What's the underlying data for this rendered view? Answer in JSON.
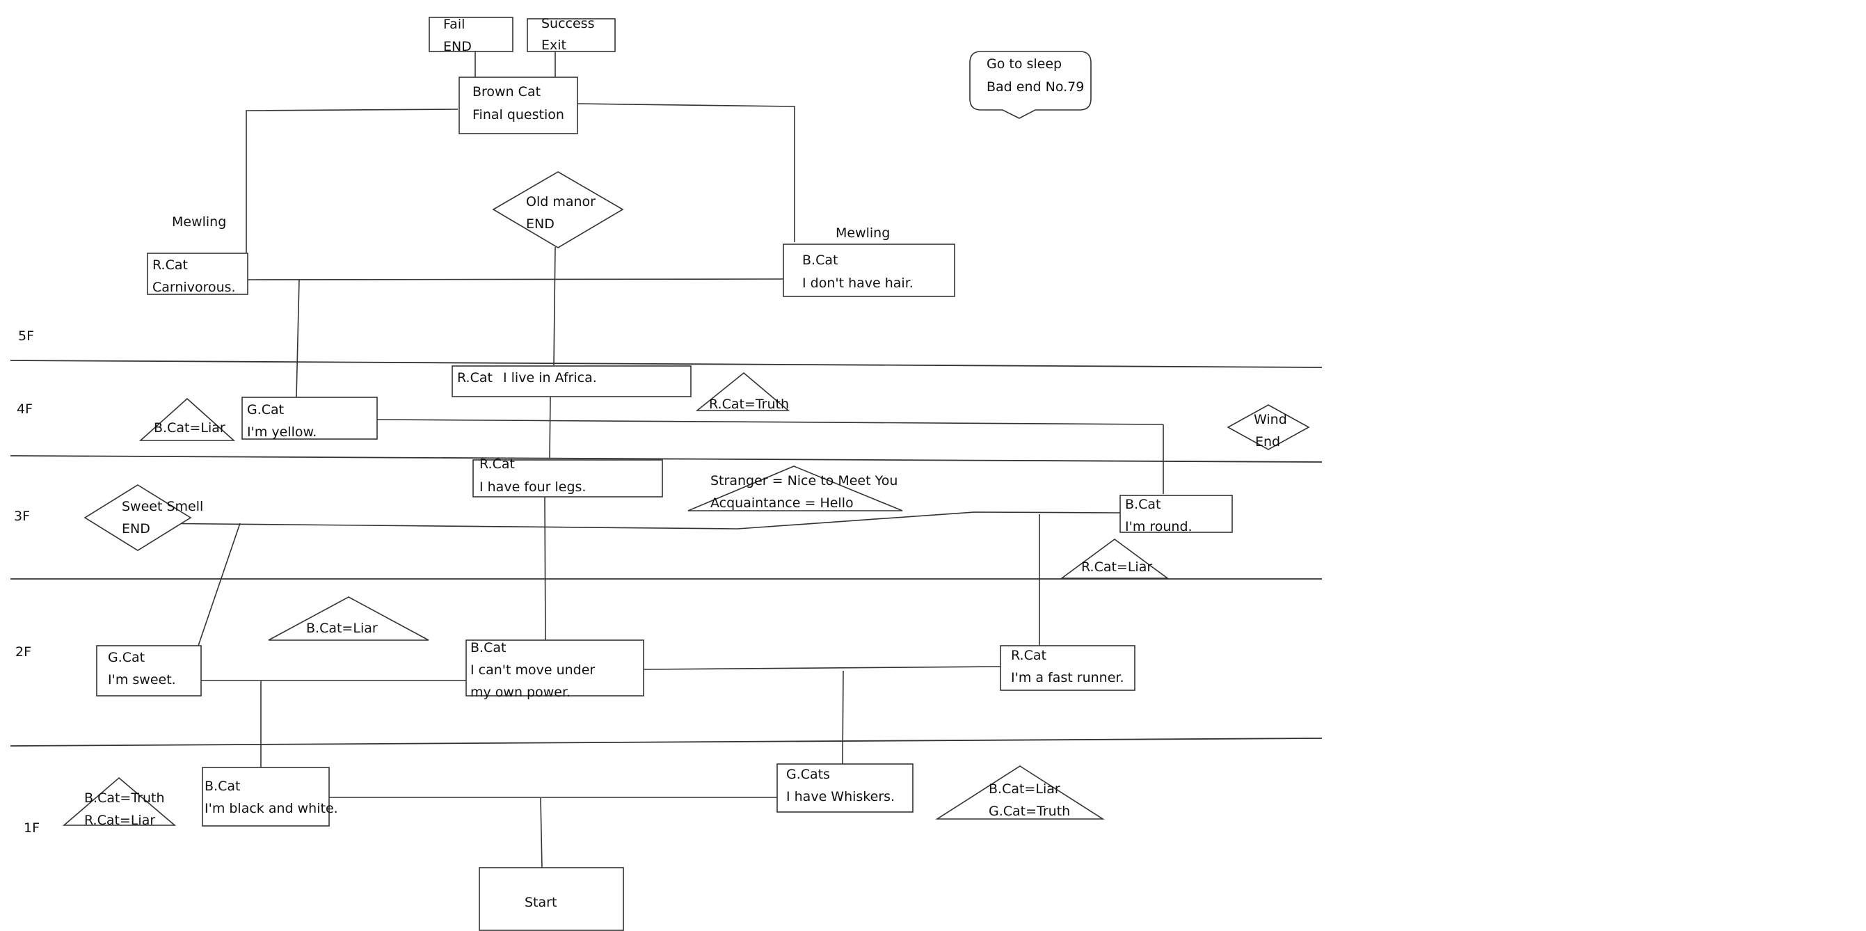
{
  "floors": [
    "5F",
    "4F",
    "3F",
    "2F",
    "1F"
  ],
  "labels": {
    "mewling_left": "Mewling",
    "mewling_right": "Mewling"
  },
  "nodes": {
    "fail": [
      "Fail",
      "END"
    ],
    "success": [
      "Success",
      "Exit"
    ],
    "brown_cat": [
      "Brown Cat",
      "Final question"
    ],
    "sleep_bubble": [
      "Go to sleep",
      "Bad end No.79"
    ],
    "old_manor": [
      "Old manor",
      "END"
    ],
    "r_cat_carnivorous": [
      "R.Cat",
      "Carnivorous."
    ],
    "b_cat_no_hair": [
      "B.Cat",
      "I don't have hair."
    ],
    "r_cat_africa": [
      "R.Cat",
      "I live in Africa."
    ],
    "r_cat_truth_hint": [
      "R.Cat=Truth"
    ],
    "g_cat_yellow": [
      "G.Cat",
      "I'm yellow."
    ],
    "b_cat_liar_hint_4f": [
      "B.Cat=Liar"
    ],
    "wind_end": [
      "Wind",
      "End"
    ],
    "r_cat_four_legs": [
      "R.Cat",
      "I have four legs."
    ],
    "greeting_hint": [
      "Stranger = Nice to Meet You",
      "Acquaintance = Hello"
    ],
    "sweet_smell_end": [
      "Sweet Smell",
      "END"
    ],
    "b_cat_round": [
      "B.Cat",
      "I'm round."
    ],
    "r_cat_liar_hint": [
      "R.Cat=Liar"
    ],
    "b_cat_liar_hint_2f": [
      "B.Cat=Liar"
    ],
    "g_cat_sweet": [
      "G.Cat",
      "I'm sweet."
    ],
    "b_cat_cant_move": [
      "B.Cat",
      "I can't move under",
      "my own power."
    ],
    "r_cat_fast": [
      "R.Cat",
      "I'm a fast runner."
    ],
    "hint_1f_left": [
      "B.Cat=Truth",
      "R.Cat=Liar"
    ],
    "b_cat_black_white": [
      "B.Cat",
      "I'm black and white."
    ],
    "g_cats_whiskers": [
      "G.Cats",
      "I have Whiskers."
    ],
    "hint_1f_right": [
      "B.Cat=Liar",
      "G.Cat=Truth"
    ],
    "start": [
      "Start"
    ]
  }
}
